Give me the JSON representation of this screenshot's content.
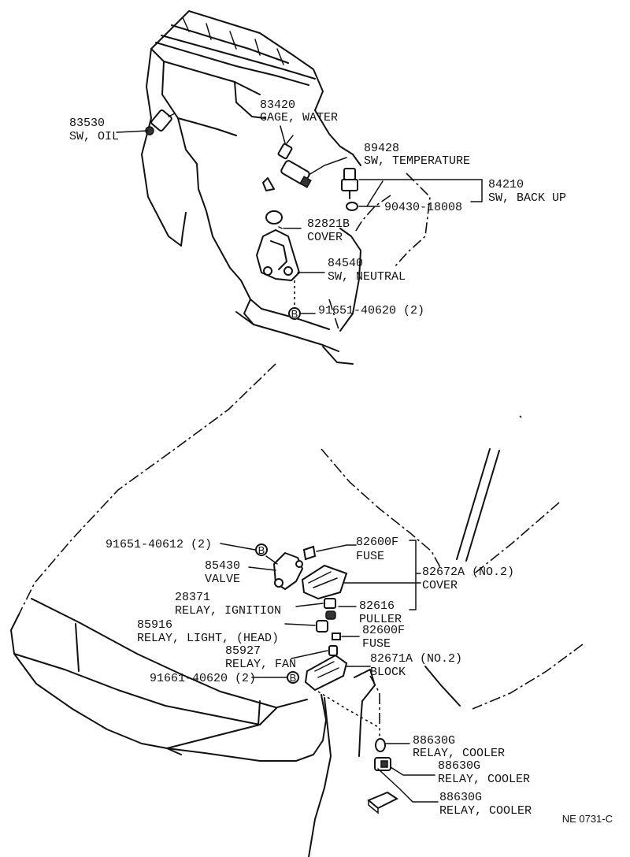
{
  "callouts": {
    "p83530": {
      "number": "83530",
      "name": "SW, OIL"
    },
    "p83420": {
      "number": "83420",
      "name": "GAGE, WATER"
    },
    "p89428": {
      "number": "89428",
      "name": "SW, TEMPERATURE"
    },
    "p84210": {
      "number": "84210",
      "name": "SW, BACK UP"
    },
    "p90430": {
      "number": "90430-18008"
    },
    "p82821": {
      "number": "82821B",
      "name": "COVER"
    },
    "p84540": {
      "number": "84540",
      "name": "SW, NEUTRAL"
    },
    "p91651a": {
      "number": "91651-40620 (2)"
    },
    "p91651b": {
      "number": "91651-40612 (2)"
    },
    "p82600a": {
      "number": "82600F",
      "name": "FUSE"
    },
    "p85430": {
      "number": "85430",
      "name": "VALVE"
    },
    "p82672": {
      "number": "82672A (NO.2)",
      "name": "COVER"
    },
    "p28371": {
      "number": "28371",
      "name": "RELAY, IGNITION"
    },
    "p82616": {
      "number": "82616",
      "name": "PULLER"
    },
    "p85916": {
      "number": "85916",
      "name": "RELAY, LIGHT, (HEAD)"
    },
    "p82600b": {
      "number": "82600F",
      "name": "FUSE"
    },
    "p85927": {
      "number": "85927",
      "name": "RELAY, FAN"
    },
    "p82671": {
      "number": "82671A (NO.2)",
      "name": "BLOCK"
    },
    "p91661": {
      "number": "91661-40620 (2)"
    },
    "p88630a": {
      "number": "88630G",
      "name": "RELAY, COOLER"
    },
    "p88630b": {
      "number": "88630G",
      "name": "RELAY, COOLER"
    },
    "p88630c": {
      "number": "88630G",
      "name": "RELAY, COOLER"
    }
  },
  "bolt_marker": "B",
  "figure_ref": "NE 0731-C"
}
